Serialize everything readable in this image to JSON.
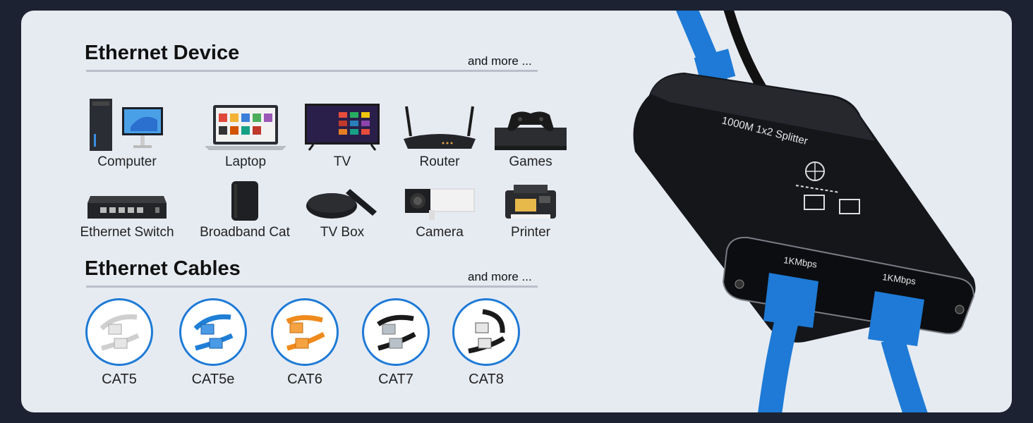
{
  "devices_section": {
    "title": "Ethernet Device",
    "more": "and more ...",
    "items": [
      {
        "label": "Computer",
        "icon": "computer-icon"
      },
      {
        "label": "Laptop",
        "icon": "laptop-icon"
      },
      {
        "label": "TV",
        "icon": "tv-icon"
      },
      {
        "label": "Router",
        "icon": "router-icon"
      },
      {
        "label": "Games",
        "icon": "game-console-icon"
      },
      {
        "label": "Ethernet Switch",
        "icon": "switch-icon"
      },
      {
        "label": "Broadband Cat",
        "icon": "modem-icon"
      },
      {
        "label": "TV Box",
        "icon": "tv-box-icon"
      },
      {
        "label": "Camera",
        "icon": "camera-icon"
      },
      {
        "label": "Printer",
        "icon": "printer-icon"
      }
    ]
  },
  "cables_section": {
    "title": "Ethernet Cables",
    "more": "and more ...",
    "items": [
      {
        "label": "CAT5",
        "color": "#d9d9d9"
      },
      {
        "label": "CAT5e",
        "color": "#1f7fd6"
      },
      {
        "label": "CAT6",
        "color": "#f08a1c"
      },
      {
        "label": "CAT7",
        "color": "#1a1a1a"
      },
      {
        "label": "CAT8",
        "color": "#1a1a1a"
      }
    ]
  },
  "product": {
    "label": "1000M 1x2 Splitter",
    "port_left": "1KMbps",
    "port_right": "1KMbps",
    "cable_color": "#1e7ad6"
  }
}
